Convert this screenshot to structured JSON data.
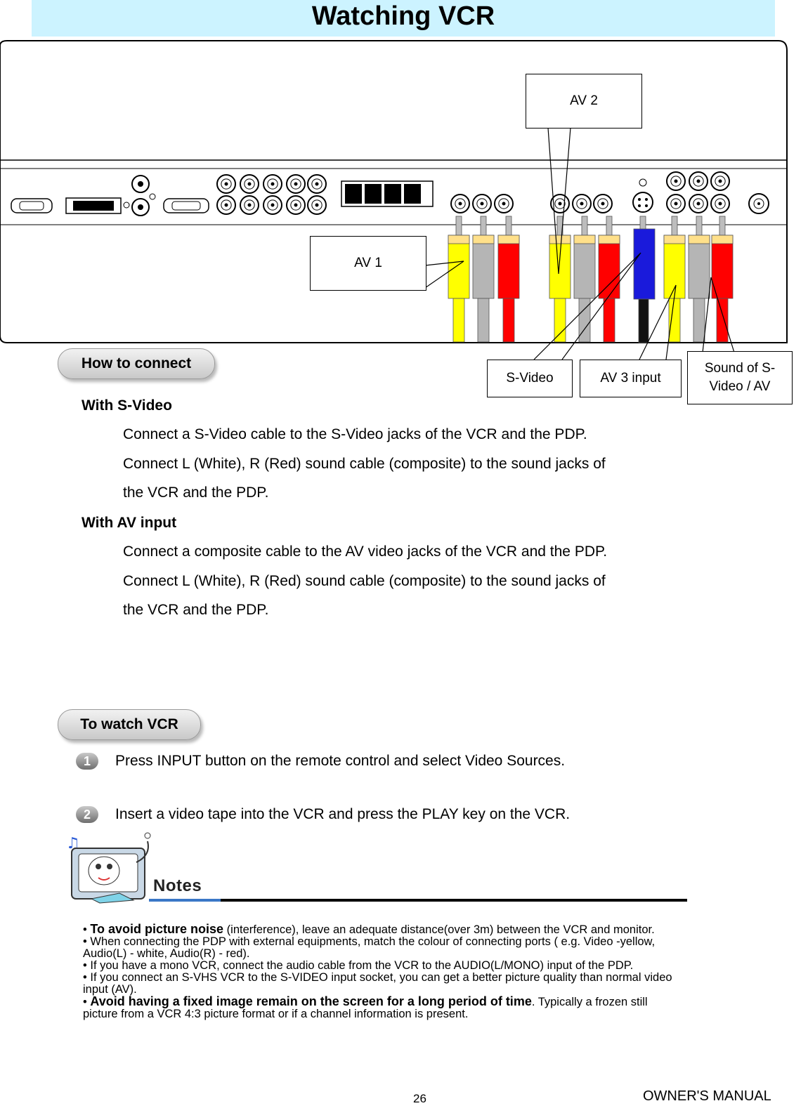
{
  "header": {
    "title": "Watching VCR"
  },
  "diagram": {
    "labels": {
      "av2": "AV 2",
      "av1": "AV 1",
      "svideo": "S-Video",
      "av3": "AV 3 input",
      "sound": "Sound of S-Video / AV"
    },
    "colors": {
      "yellow": "#ffff00",
      "white": "#b5b5b5",
      "red": "#ff0000",
      "blue": "#1a1adb",
      "black": "#111111",
      "plug": "#ffe08a"
    }
  },
  "how_to_connect": {
    "heading": "How to connect",
    "svideo": {
      "title": "With S-Video",
      "lines": [
        "Connect a S-Video cable to the S-Video jacks of the VCR and the PDP.",
        "Connect L (White), R (Red) sound cable (composite) to the sound jacks of",
        "the VCR and the PDP."
      ]
    },
    "av": {
      "title": "With AV input",
      "lines": [
        "Connect a composite cable to the AV video jacks of the VCR and the PDP.",
        "Connect L (White), R (Red) sound cable (composite) to the sound jacks of",
        "the VCR and the PDP."
      ]
    }
  },
  "to_watch": {
    "heading": "To watch VCR",
    "steps": [
      {
        "num": "1",
        "text": "Press INPUT button on the remote control and select Video Sources."
      },
      {
        "num": "2",
        "text": "Insert a video tape into the VCR and press the PLAY key on the VCR."
      }
    ]
  },
  "notes": {
    "title": "Notes",
    "items": [
      {
        "bold": "To avoid picture noise",
        "text": " (interference), leave an adequate distance(over 3m) between the VCR and monitor."
      },
      {
        "bold": "",
        "text": "When connecting the PDP with external equipments, match the colour of connecting ports ( e.g. Video -yellow, Audio(L) - white, Audio(R) - red)."
      },
      {
        "bold": "",
        "text": "If you have a mono VCR, connect the audio cable from the VCR to the AUDIO(L/MONO) input of the PDP."
      },
      {
        "bold": "",
        "text": "If you connect an S-VHS VCR to the S-VIDEO input socket, you can get a better picture quality than normal video input (AV)."
      },
      {
        "bold": "Avoid having a fixed image remain on the screen for a long period of time",
        "text": ". Typically a frozen still picture from a VCR 4:3 picture format or if a channel information is present."
      }
    ]
  },
  "footer": {
    "page": "26",
    "manual": "OWNER'S MANUAL"
  }
}
